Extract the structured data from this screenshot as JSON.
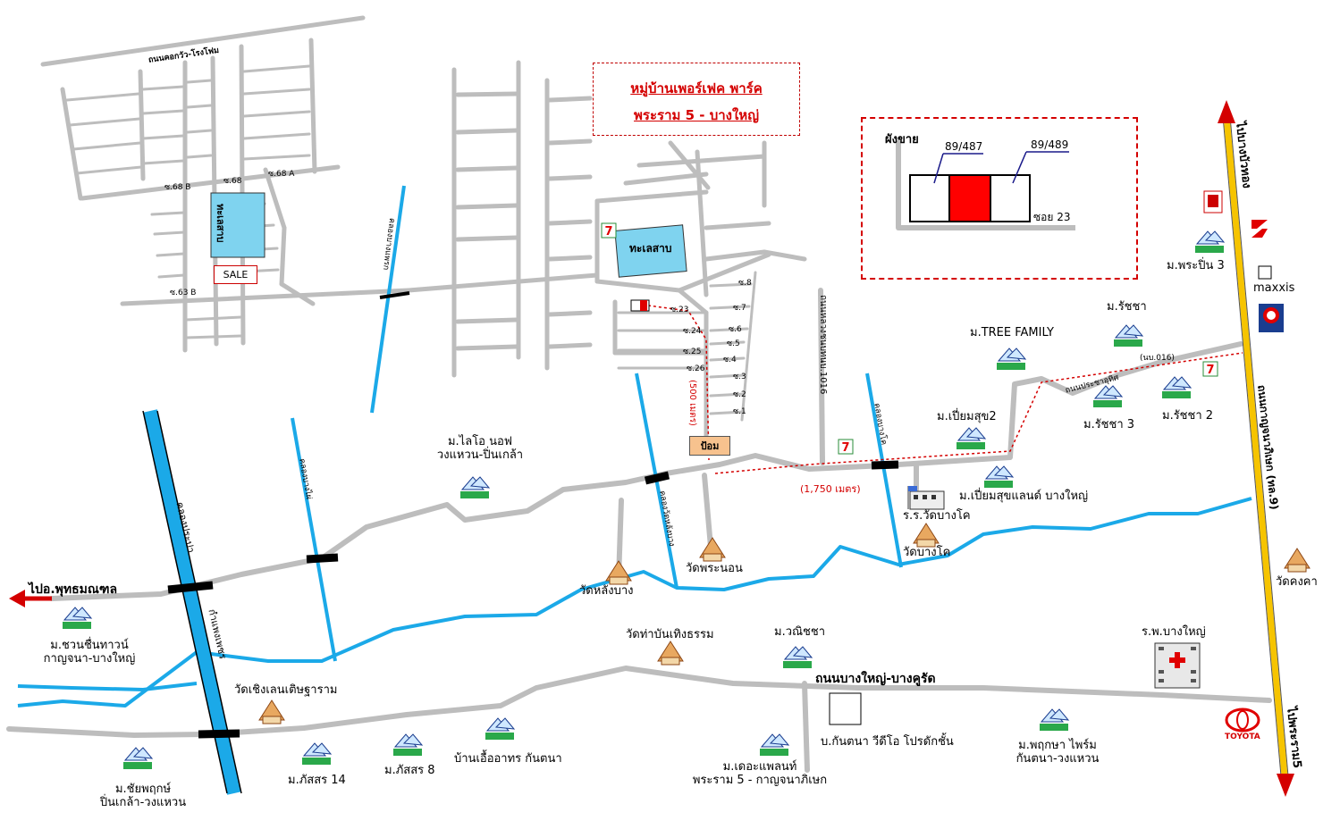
{
  "title": {
    "line1": "หมู่บ้านเพอร์เฟค พาร์ค",
    "line2": "พระราม 5 - บางใหญ่"
  },
  "plan": {
    "heading": "ผังขาย",
    "unit_left": "89/487",
    "unit_right": "89/489",
    "soi": "ซอย 23"
  },
  "roads": {
    "top_road": "ถนนคอกวัว-โรงโฟม",
    "bang_yai_bang_kruat": "ถนนบางใหญ่-บางคูรัด",
    "prachathit": "ถนนประชาอุทิศ",
    "nb016": "(นบ.016)",
    "kanchanaphisek": "ถนนกาญจนาภิเษก (ทล.9)",
    "to_phutthamonthon": "ไปอ.พุทธมณฑล",
    "to_bang_bua_thong": "ไปบางบัวทอง",
    "to_rama5": "ไปพระราม5",
    "nonthaburi_1016": "ถนนหลวงชนบทนบ.1016",
    "distance_500": "(500 เมตร)",
    "distance_1750": "(1,750 เมตร)"
  },
  "canals": {
    "khlong_prapa": "คลองประปา",
    "kamphaeng_phet": "กำแพงเพชร",
    "khlong_left_mid": "คลองบางไผ่",
    "khlong_top": "คลองบางแพรก",
    "khlong_lang_bang": "คลองวัดหลังบาง",
    "khlong_bang_khu": "คลองบางโค"
  },
  "sois": {
    "s68b": "ซ.68 B",
    "s68": "ซ.68",
    "s68a": "ซ.68 A",
    "s63b": "ซ.63 B",
    "s23": "ซ.23",
    "s24": "ซ.24",
    "s25": "ซ.25",
    "s26": "ซ.26",
    "s8": "ซ.8",
    "s7": "ซ.7",
    "s6": "ซ.6",
    "s5": "ซ.5",
    "s4": "ซ.4",
    "s3": "ซ.3",
    "s2": "ซ.2",
    "s1": "ซ.1"
  },
  "ponds": {
    "left": "ทะเลสาบ",
    "right": "ทะเลสาบ"
  },
  "sale_label": "SALE",
  "pom_label": "ป้อม",
  "places": {
    "laio": "ม.ไลโอ นอฟ",
    "laio2": "วงแหวน-ปิ่นเกล้า",
    "chuan1": "ม.ชวนชื่นทาวน์",
    "chuan2": "กาญจนา-บางใหญ่",
    "chaiyaphruek1": "ม.ชัยพฤกษ์",
    "chaiyaphruek2": "ปิ่นเกล้า-วงแหวน",
    "phatsorn14": "ม.ภัสสร 14",
    "phatsorn8": "ม.ภัสสร 8",
    "baan_eua": "บ้านเอื้ออาทร กันตนา",
    "wat_than": "วัดท่าบันเทิงธรรม",
    "wat_chen": "วัดเชิงเลนเติษฐาราม",
    "wat_lang_bang": "วัดหลังบาง",
    "wat_phra_non": "วัดพระนอน",
    "wat_bang_khu": "วัดบางโค",
    "wat_khong_kha": "วัดคงคา",
    "school": "ร.ร.วัดบางโค",
    "m_wanisa": "ม.วณิชชา",
    "m_the_palm1": "ม.เดอะแพลนท์",
    "m_the_palm2": "พระราม 5 - กาญจนาภิเษก",
    "kantana": "บ.กันตนา วีดีโอ โปรดักชั้น",
    "phruksa1": "ม.พฤกษา ไพร์ม",
    "phruksa2": "กันตนา-วงแหวน",
    "hospital": "ร.พ.บางใหญ่",
    "piamsuk2": "ม.เปี่ยมสุข2",
    "piamsukland": "ม.เปี่ยมสุขแลนด์ บางใหญ่",
    "tree_family": "ม.TREE FAMILY",
    "ratcha": "ม.รัชชา",
    "ratcha3": "ม.รัชชา 3",
    "ratcha2": "ม.รัชชา 2",
    "praphin3": "ม.พระปิ่น 3",
    "maxxis": "maxxis",
    "toyota": "TOYOTA"
  },
  "colors": {
    "road": "#bdbdbd",
    "canal": "#1ba9e8",
    "highway": "#f6c400",
    "route": "#d40000",
    "pond": "#7fd3ef"
  }
}
